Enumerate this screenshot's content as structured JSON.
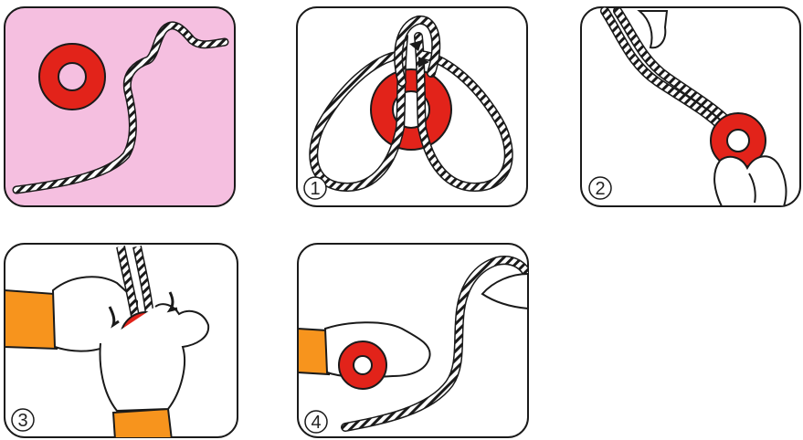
{
  "panels": [
    {
      "id": "intro",
      "step": ""
    },
    {
      "id": "step1",
      "step": "1"
    },
    {
      "id": "step2",
      "step": "2"
    },
    {
      "id": "step3",
      "step": "3"
    },
    {
      "id": "step4",
      "step": "4"
    }
  ],
  "colors": {
    "intro_bg": "#f5bfe0",
    "panel_bg": "#ffffff",
    "border": "#1a1a1a",
    "ring": "#e2231a",
    "sleeve": "#f7941d",
    "rope_stripe": "#1a1a1a"
  },
  "icons": [
    "red-ring-icon",
    "rope-icon",
    "hand-icon",
    "arrow-icon"
  ]
}
